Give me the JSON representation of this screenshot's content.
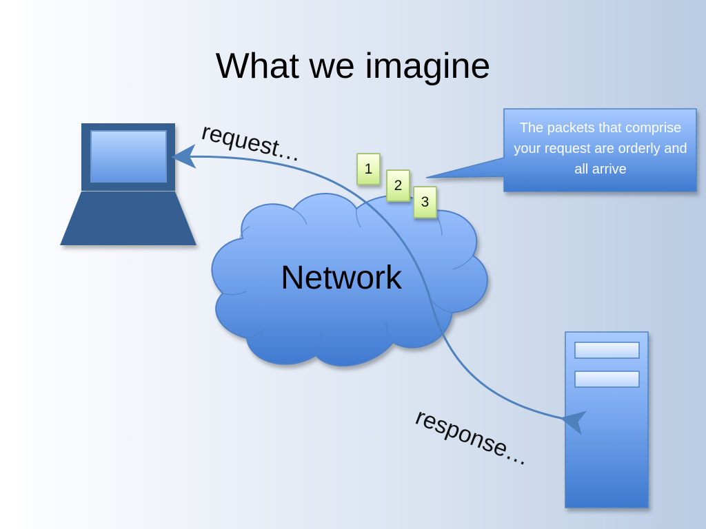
{
  "slide": {
    "title": "What we imagine",
    "network_label": "Network",
    "request_label": "request…",
    "response_label": "response…",
    "callout_text": "The packets that comprise your request are orderly and all arrive",
    "packets": [
      "1",
      "2",
      "3"
    ]
  },
  "icons": {
    "client": "laptop-icon",
    "network": "cloud-icon",
    "server": "server-icon"
  },
  "colors": {
    "blue_fill": "#5d8fd8",
    "dark_blue": "#365f91",
    "packet_green": "#d9f39f",
    "arrow_blue": "#4f81bd"
  }
}
